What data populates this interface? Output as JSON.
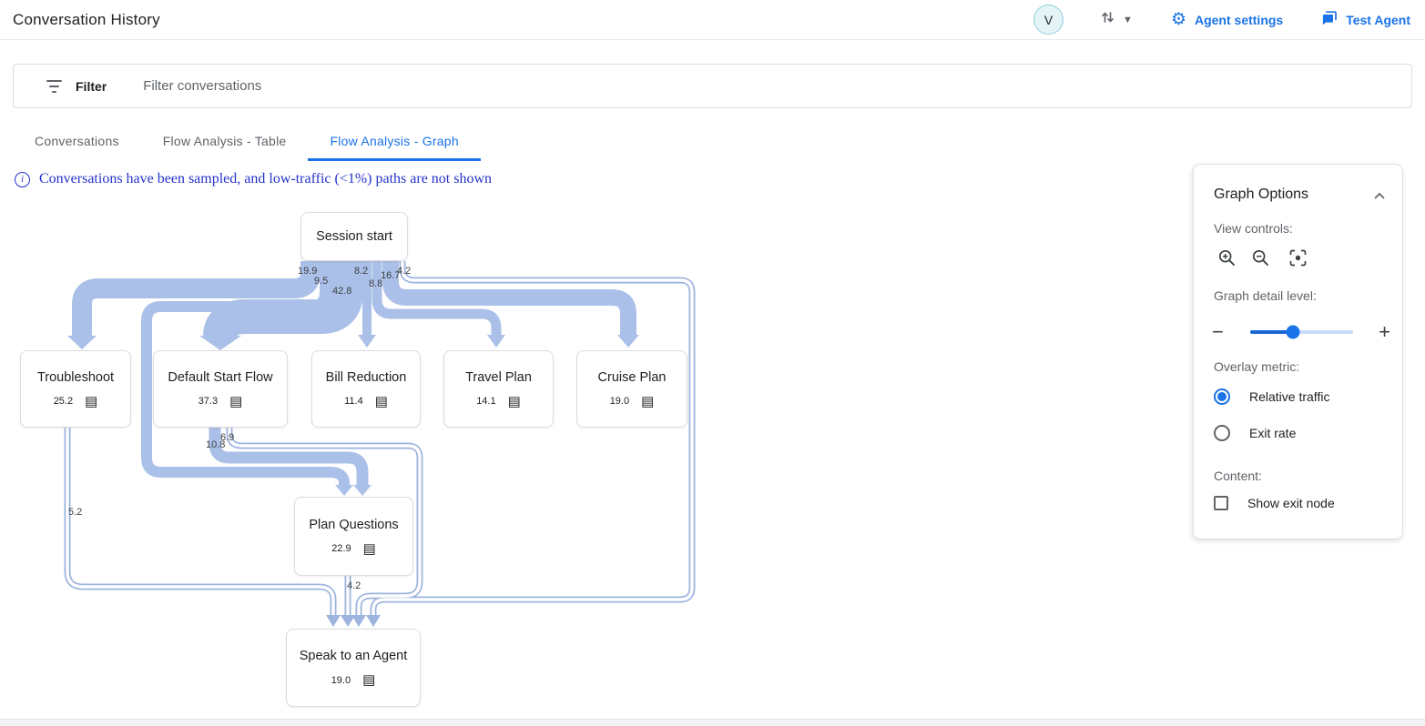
{
  "header": {
    "title": "Conversation History",
    "avatar_initial": "V",
    "agent_settings_label": "Agent settings",
    "test_agent_label": "Test Agent"
  },
  "filter_bar": {
    "label": "Filter",
    "placeholder": "Filter conversations"
  },
  "tabs": [
    {
      "label": "Conversations"
    },
    {
      "label": "Flow Analysis - Table"
    },
    {
      "label": "Flow Analysis - Graph"
    }
  ],
  "notice_text": "Conversations have been sampled, and low-traffic (<1%) paths are not shown",
  "graph_options": {
    "title": "Graph Options",
    "view_controls_label": "View controls:",
    "detail_level_label": "Graph detail level:",
    "detail_level_percent": 42,
    "overlay_metric_label": "Overlay metric:",
    "overlay_options": [
      {
        "label": "Relative traffic",
        "selected": true
      },
      {
        "label": "Exit rate",
        "selected": false
      }
    ],
    "content_label": "Content:",
    "show_exit_node_label": "Show exit node",
    "show_exit_node_checked": false
  },
  "colors": {
    "accent_blue": "#1a73e8",
    "band_fill": "#abc0e8",
    "band_outline": "#9db4de",
    "notice_blue": "#2433cc"
  },
  "chart_data": {
    "type": "flow-graph",
    "title": "Flow Analysis - Graph (relative traffic %)",
    "nodes": [
      {
        "label": "Session start",
        "value": ""
      },
      {
        "label": "Troubleshoot",
        "value": "25.2"
      },
      {
        "label": "Default Start Flow",
        "value": "37.3"
      },
      {
        "label": "Bill Reduction",
        "value": "11.4"
      },
      {
        "label": "Travel Plan",
        "value": "14.1"
      },
      {
        "label": "Cruise Plan",
        "value": "19.0"
      },
      {
        "label": "Plan Questions",
        "value": "22.9"
      },
      {
        "label": "Speak to an Agent",
        "value": "19.0"
      }
    ],
    "edges": [
      {
        "from": "Session start",
        "to": "Troubleshoot",
        "value": "19.9"
      },
      {
        "from": "Session start",
        "to": "Plan Questions",
        "value": "9.5"
      },
      {
        "from": "Session start",
        "to": "Default Start Flow",
        "value": "42.8"
      },
      {
        "from": "Session start",
        "to": "Bill Reduction",
        "value": "8.2"
      },
      {
        "from": "Session start",
        "to": "Travel Plan",
        "value": "8.8"
      },
      {
        "from": "Session start",
        "to": "Cruise Plan",
        "value": "16.7"
      },
      {
        "from": "Session start",
        "to": "Speak to an Agent",
        "value": "4.2"
      },
      {
        "from": "Default Start Flow",
        "to": "Plan Questions",
        "value": "10.8"
      },
      {
        "from": "Default Start Flow",
        "to": "Speak to an Agent",
        "value": "6.9"
      },
      {
        "from": "Troubleshoot",
        "to": "Speak to an Agent",
        "value": "5.2"
      },
      {
        "from": "Plan Questions",
        "to": "Speak to an Agent",
        "value": "4.2"
      }
    ]
  }
}
